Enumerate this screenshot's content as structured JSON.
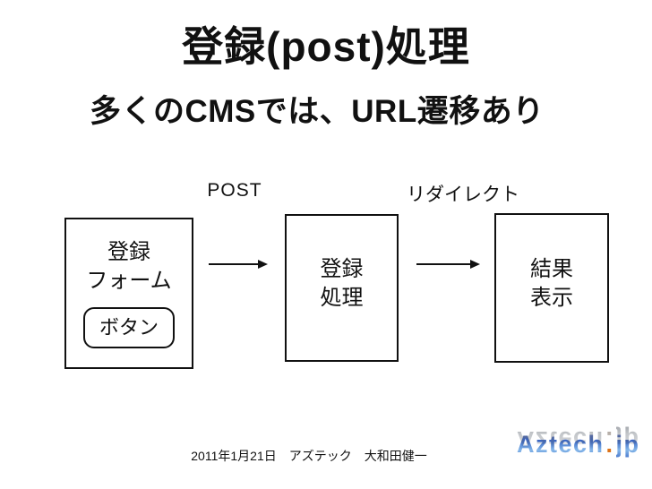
{
  "slide": {
    "title": "登録(post)処理",
    "subtitle": "多くのCMSでは、URL遷移あり",
    "diagram": {
      "post_label": "POST",
      "redirect_label": "リダイレクト",
      "form_box": {
        "line1": "登録",
        "line2": "フォーム",
        "button_label": "ボタン"
      },
      "process_box": {
        "line1": "登録",
        "line2": "処理"
      },
      "result_box": {
        "line1": "結果",
        "line2": "表示"
      }
    },
    "footer": "2011年1月21日　アズテック　大和田健一",
    "logo": {
      "name": "Aztech.jp",
      "word": "Aztech",
      "dot": ".",
      "tld": "jp",
      "blue": "#3e6cc8",
      "orange": "#dd7318"
    }
  }
}
